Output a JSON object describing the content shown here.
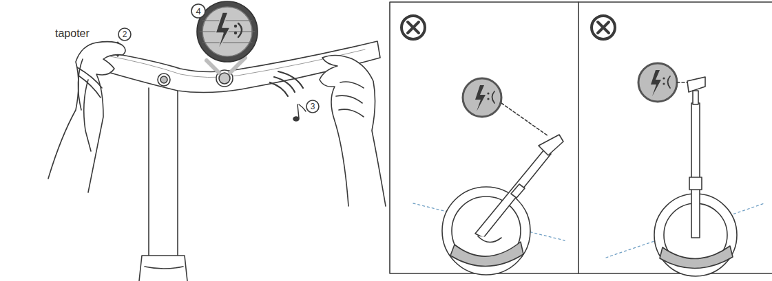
{
  "diagram": {
    "labels": [
      "tapoter",
      "2",
      "3",
      "4"
    ]
  }
}
